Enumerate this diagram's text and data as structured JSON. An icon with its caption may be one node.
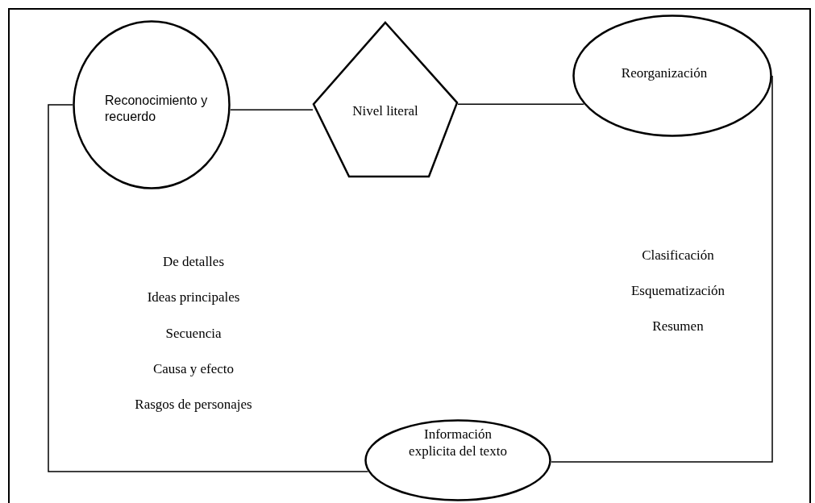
{
  "diagram": {
    "nodes": [
      {
        "text": [
          "Reconocimiento y recuerdo"
        ]
      },
      {
        "text": [
          "Nivel literal"
        ]
      },
      {
        "text": [
          "Reorganización"
        ]
      },
      {
        "text": [
          "Información explicita del texto"
        ]
      }
    ],
    "edges": [
      {
        "from": 0,
        "to": 1,
        "arrow": "none"
      },
      {
        "from": 1,
        "to": 2,
        "arrow": "none"
      },
      {
        "from": 0,
        "to": 3,
        "arrow": "none"
      },
      {
        "from": 2,
        "to": 3,
        "arrow": "none"
      }
    ],
    "labels": [
      "De detalles",
      "Clasificación",
      "Ideas principales",
      "Esquematización",
      "Secuencia",
      "Resumen",
      "Causa y efecto",
      "Rasgos de personajes"
    ]
  }
}
